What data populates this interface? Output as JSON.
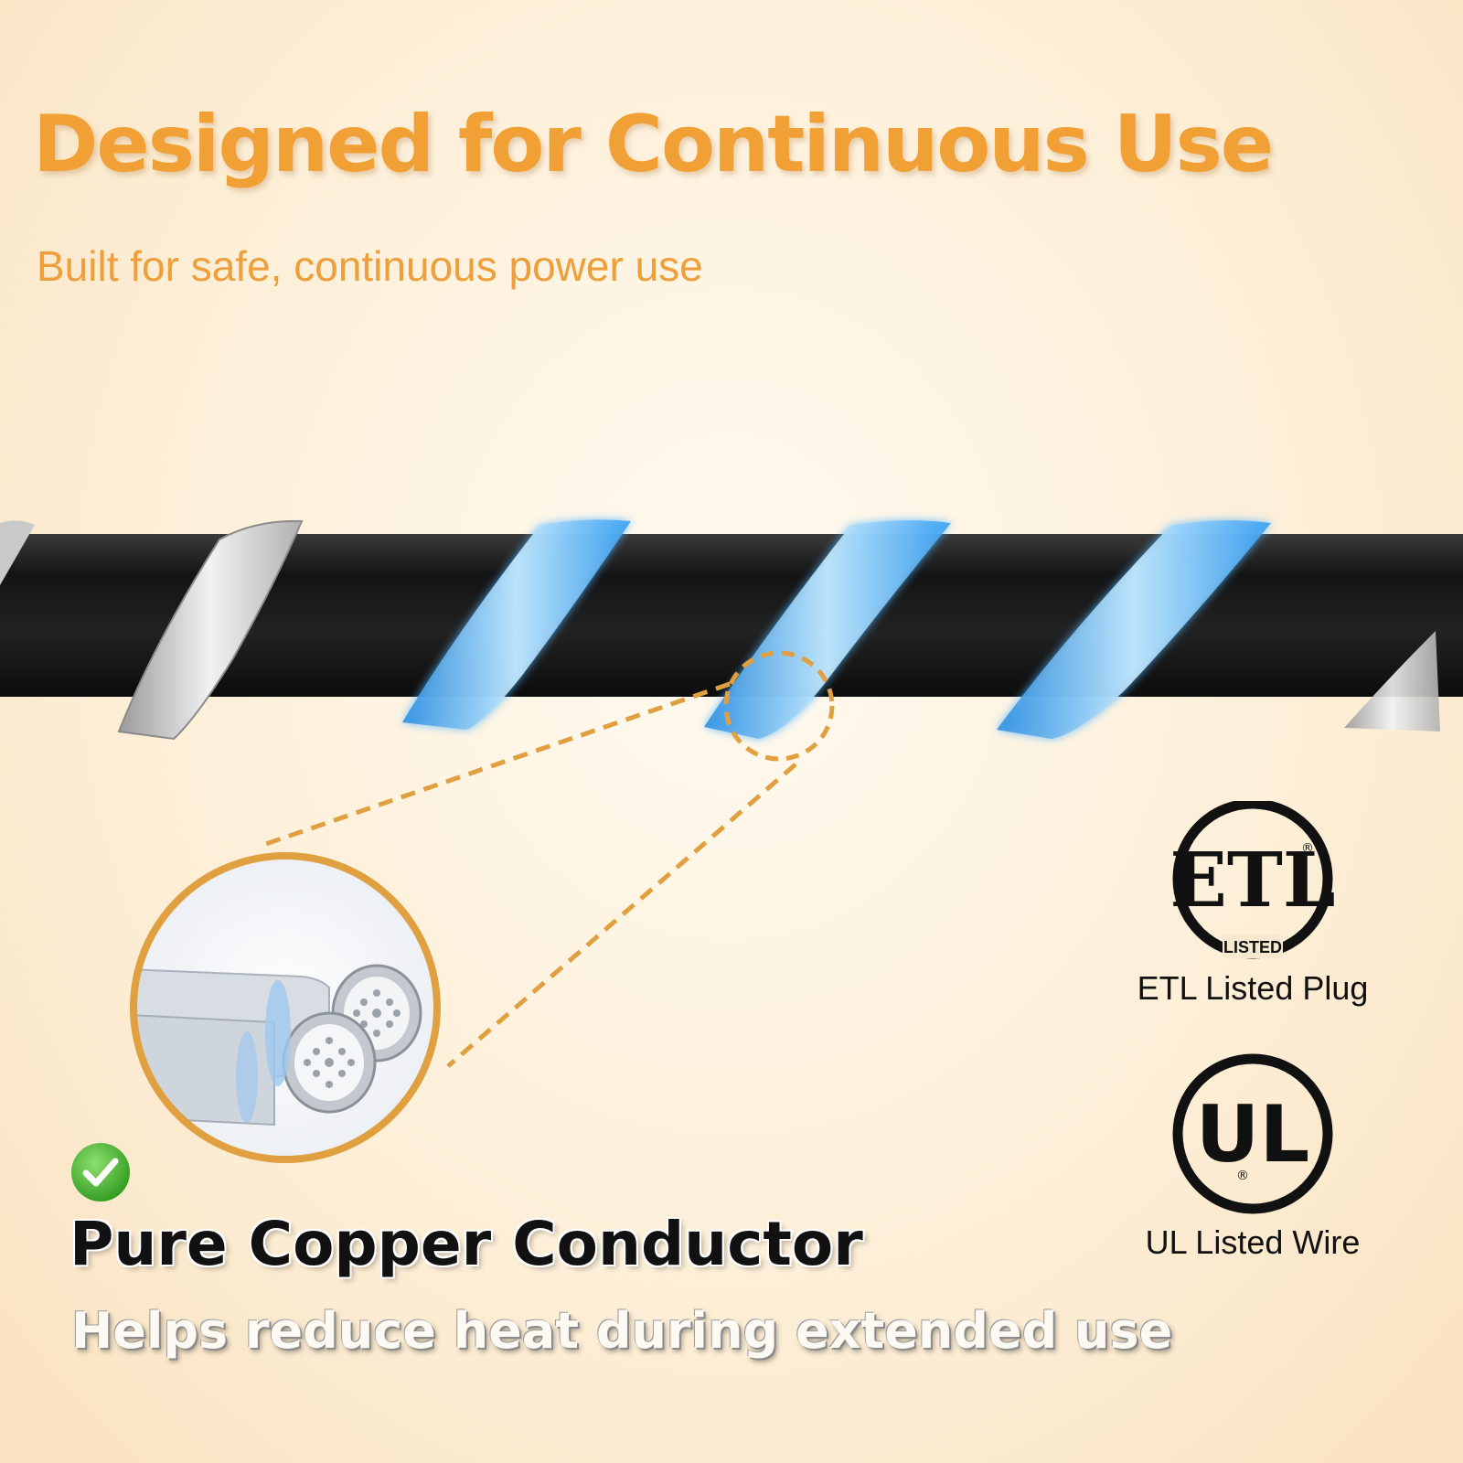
{
  "header": {
    "headline": "Designed for Continuous Use",
    "subheadline": "Built for safe, continuous power use"
  },
  "feature": {
    "icon": "check-icon",
    "title": "Pure Copper Conductor",
    "description": "Helps reduce heat during extended use"
  },
  "certifications": [
    {
      "logo_text": "ETL",
      "mark_text": "LISTED",
      "icon": "etl-logo-icon",
      "label": "ETL Listed Plug"
    },
    {
      "logo_text": "UL",
      "icon": "ul-logo-icon",
      "label": "UL Listed Wire"
    }
  ],
  "colors": {
    "accent": "#f0a035",
    "cable": "#1a1a1a",
    "glow": "#4fb4ff",
    "check": "#3fae2a"
  }
}
